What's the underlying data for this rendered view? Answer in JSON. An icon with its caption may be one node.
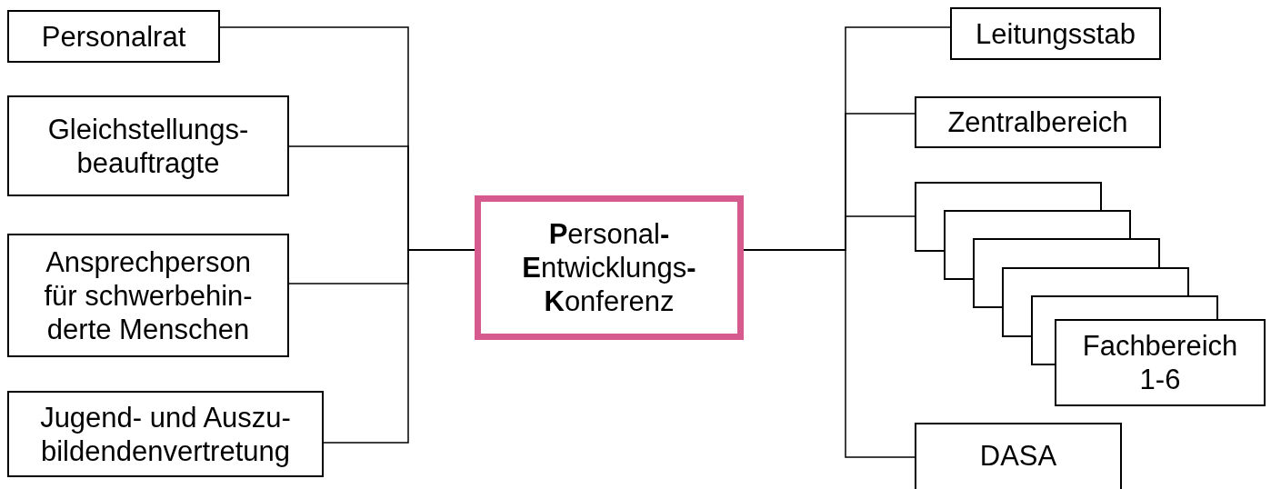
{
  "diagram": {
    "nodes": [
      {
        "text": [
          "Personalrat"
        ]
      },
      {
        "text": [
          "Gleichstellungs- beauftragte"
        ]
      },
      {
        "text": [
          "Ansprechperson für schwerbehin- derte Menschen"
        ]
      },
      {
        "text": [
          "Jugend- und Auszu- bildendenvertretung"
        ]
      },
      {
        "text": [
          "**P**ersonal**-** **E**ntwicklungs**-** **K**onferenz"
        ]
      },
      {
        "text": [
          "Leitungsstab"
        ]
      },
      {
        "text": [
          "Zentralbereich"
        ]
      },
      {
        "text": [
          "Fachbereich 1-6"
        ]
      },
      {
        "text": [
          "DASA"
        ]
      }
    ],
    "edges": [
      {
        "from": 0,
        "to": 4,
        "arrow": "none"
      },
      {
        "from": 1,
        "to": 4,
        "arrow": "none"
      },
      {
        "from": 2,
        "to": 4,
        "arrow": "none"
      },
      {
        "from": 3,
        "to": 4,
        "arrow": "none"
      },
      {
        "from": 4,
        "to": 5,
        "arrow": "none"
      },
      {
        "from": 4,
        "to": 6,
        "arrow": "none"
      },
      {
        "from": 4,
        "to": 7,
        "arrow": "none"
      },
      {
        "from": 4,
        "to": 8,
        "arrow": "none"
      }
    ]
  }
}
